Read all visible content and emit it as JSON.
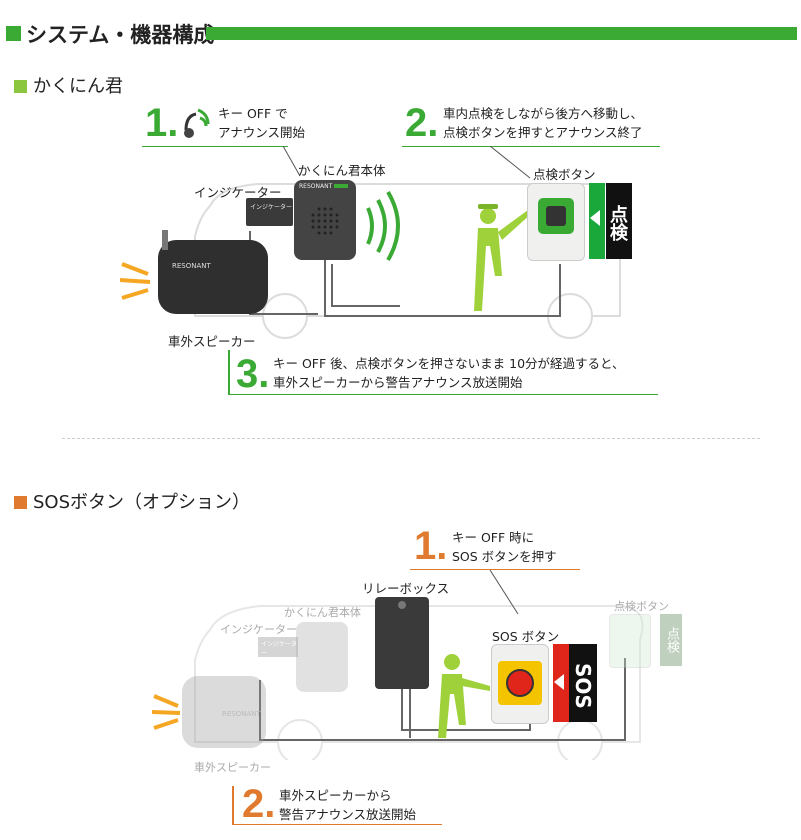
{
  "header": {
    "title": "システム・機器構成"
  },
  "kakunin": {
    "title": "かくにん君",
    "accent": "#3aaa35",
    "step1": {
      "num": "1.",
      "text1": "キー OFF で",
      "text2": "アナウンス開始"
    },
    "step2": {
      "num": "2.",
      "text1": "車内点検をしながら後方へ移動し、",
      "text2": "点検ボタンを押すとアナウンス終了"
    },
    "step3": {
      "num": "3.",
      "text1": "キー OFF 後、点検ボタンを押さないまま 10分が経過すると、",
      "text2": "車外スピーカーから警告アナウンス放送開始"
    },
    "labels": {
      "unit": "かくにん君本体",
      "indicator": "インジケーター",
      "indicator_device": "インジケーター",
      "inspect_button": "点検ボタン",
      "speaker": "車外スピーカー",
      "speaker_brand": "RESONANT",
      "unit_brand": "RESONANT",
      "sign": "点検"
    }
  },
  "sos": {
    "title": "SOSボタン（オプション）",
    "accent": "#e07a2e",
    "step1": {
      "num": "1.",
      "text1": "キー OFF 時に",
      "text2": "SOS ボタンを押す"
    },
    "step2": {
      "num": "2.",
      "text1": "車外スピーカーから",
      "text2": "警告アナウンス放送開始"
    },
    "labels": {
      "relay": "リレーボックス",
      "sos_button": "SOS ボタン",
      "unit": "かくにん君本体",
      "indicator": "インジケーター",
      "indicator_device": "インジケーター",
      "inspect_button": "点検ボタン",
      "speaker": "車外スピーカー",
      "speaker_brand": "RESONANT",
      "sign": "SOS",
      "sign_inspect": "点検"
    }
  }
}
